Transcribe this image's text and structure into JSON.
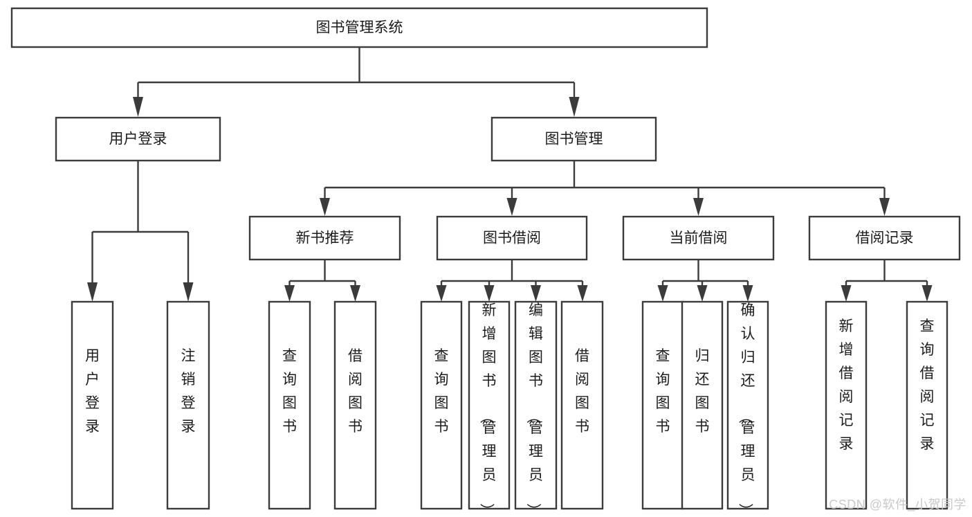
{
  "diagram": {
    "type": "tree-hierarchy-flowchart",
    "title": "图书管理系统",
    "background_color": "#ffffff",
    "box_stroke_color": "#3b3b3b",
    "box_fill_color": "#ffffff",
    "text_color": "#1c1c1c",
    "nodes": {
      "root": {
        "label": "图书管理系统",
        "level": 0
      },
      "level1": [
        {
          "id": "user-login",
          "label": "用户登录"
        },
        {
          "id": "book-management",
          "label": "图书管理"
        }
      ],
      "level2": [
        {
          "id": "new-book-recommend",
          "label": "新书推荐",
          "parent": "book-management"
        },
        {
          "id": "book-borrow",
          "label": "图书借阅",
          "parent": "book-management"
        },
        {
          "id": "current-borrow",
          "label": "当前借阅",
          "parent": "book-management"
        },
        {
          "id": "borrow-record",
          "label": "借阅记录",
          "parent": "book-management"
        }
      ],
      "leaves": [
        {
          "id": "leaf-user-login",
          "label": "用户登录",
          "parent": "user-login"
        },
        {
          "id": "leaf-logout-login",
          "label": "注销登录",
          "parent": "user-login"
        },
        {
          "id": "leaf-query-book-1",
          "label": "查询图书",
          "parent": "new-book-recommend"
        },
        {
          "id": "leaf-borrow-book-1",
          "label": "借阅图书",
          "parent": "new-book-recommend"
        },
        {
          "id": "leaf-query-book-2",
          "label": "查询图书",
          "parent": "book-borrow"
        },
        {
          "id": "leaf-add-book",
          "label": "新增图书（管理员）",
          "parent": "book-borrow"
        },
        {
          "id": "leaf-edit-book",
          "label": "编辑图书（管理员）",
          "parent": "book-borrow"
        },
        {
          "id": "leaf-borrow-book-2",
          "label": "借阅图书",
          "parent": "book-borrow"
        },
        {
          "id": "leaf-query-book-3",
          "label": "查询图书",
          "parent": "current-borrow"
        },
        {
          "id": "leaf-return-book",
          "label": "归还图书",
          "parent": "current-borrow"
        },
        {
          "id": "leaf-confirm-return",
          "label": "确认归还（管理员）",
          "parent": "current-borrow"
        },
        {
          "id": "leaf-add-record",
          "label": "新增借阅记录",
          "parent": "borrow-record"
        },
        {
          "id": "leaf-query-record",
          "label": "查询借阅记录",
          "parent": "borrow-record"
        }
      ]
    }
  },
  "watermark": {
    "text": "CSDN @软件_小贺同学",
    "color": "#c9c9c9"
  }
}
